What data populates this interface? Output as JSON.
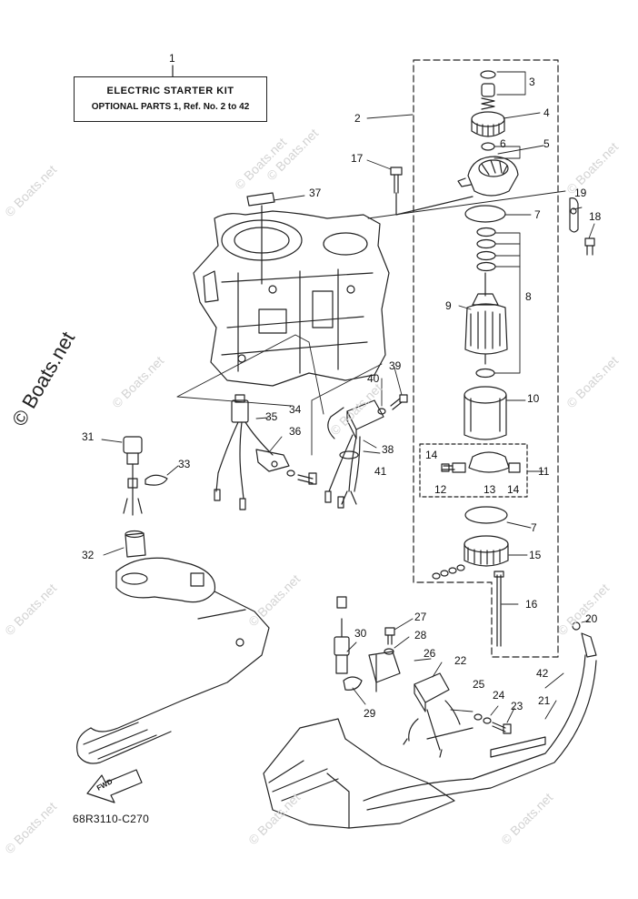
{
  "kit": {
    "title": "ELECTRIC STARTER KIT",
    "subtitle": "OPTIONAL PARTS 1, Ref. No. 2 to 42"
  },
  "diagram_code": "68R3110-C270",
  "fwd_label": "FWD",
  "watermark": "© Boats.net",
  "callouts": [
    "1",
    "2",
    "3",
    "4",
    "5",
    "6",
    "7",
    "7",
    "8",
    "9",
    "10",
    "11",
    "12",
    "13",
    "14",
    "14",
    "15",
    "16",
    "17",
    "18",
    "19",
    "20",
    "21",
    "22",
    "23",
    "24",
    "25",
    "26",
    "27",
    "28",
    "29",
    "30",
    "31",
    "32",
    "33",
    "34",
    "35",
    "36",
    "37",
    "38",
    "39",
    "40",
    "41",
    "42"
  ]
}
